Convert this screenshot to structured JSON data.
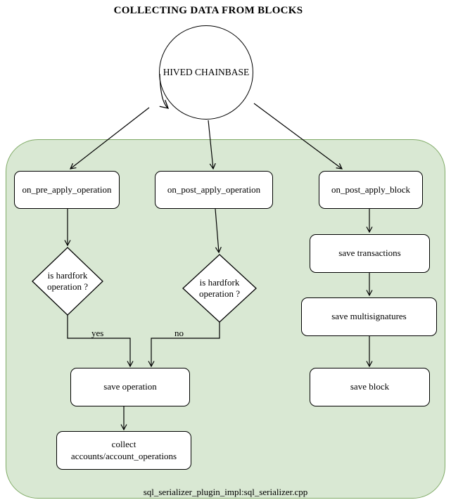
{
  "title": "COLLECTING DATA FROM BLOCKS",
  "source": {
    "label": "HIVED CHAINBASE"
  },
  "caption": "sql_serializer_plugin_impl:sql_serializer.cpp",
  "edge_labels": {
    "yes": "yes",
    "no": "no"
  },
  "nodes": {
    "pre_apply_operation": {
      "label": "on_pre_apply_operation"
    },
    "post_apply_operation": {
      "label": "on_post_apply_operation"
    },
    "post_apply_block": {
      "label": "on_post_apply_block"
    },
    "is_hardfork_left": {
      "label": "is hardfork operation ?"
    },
    "is_hardfork_mid": {
      "label": "is hardfork operation ?"
    },
    "save_operation": {
      "label": "save operation"
    },
    "collect_accounts": {
      "label": "collect accounts/account_operations",
      "line1": "collect",
      "line2": "accounts/account_operations"
    },
    "save_transactions": {
      "label": "save transactions"
    },
    "save_multisignatures": {
      "label": "save multisignatures"
    },
    "save_block": {
      "label": "save block"
    }
  },
  "colors": {
    "container_fill": "#d9e8d3",
    "container_border": "#7faa65",
    "node_fill": "#ffffff",
    "line": "#000000"
  }
}
